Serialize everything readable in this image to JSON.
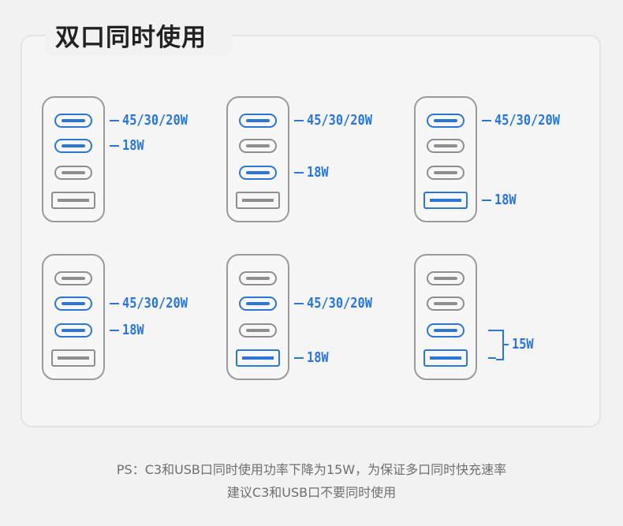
{
  "title": "双口同时使用",
  "colors": {
    "accent": "#2b76d6",
    "inactive": "#8e8e8e"
  },
  "configs": [
    {
      "ports": [
        {
          "type": "c",
          "active": true
        },
        {
          "type": "c",
          "active": true
        },
        {
          "type": "c",
          "active": false
        },
        {
          "type": "a",
          "active": false
        }
      ],
      "labels": [
        "45/30/20W",
        "18W"
      ]
    },
    {
      "ports": [
        {
          "type": "c",
          "active": true
        },
        {
          "type": "c",
          "active": false
        },
        {
          "type": "c",
          "active": true
        },
        {
          "type": "a",
          "active": false
        }
      ],
      "labels": [
        "45/30/20W",
        "18W"
      ]
    },
    {
      "ports": [
        {
          "type": "c",
          "active": true
        },
        {
          "type": "c",
          "active": false
        },
        {
          "type": "c",
          "active": false
        },
        {
          "type": "a",
          "active": true
        }
      ],
      "labels": [
        "45/30/20W",
        "18W"
      ]
    },
    {
      "ports": [
        {
          "type": "c",
          "active": false
        },
        {
          "type": "c",
          "active": true
        },
        {
          "type": "c",
          "active": true
        },
        {
          "type": "a",
          "active": false
        }
      ],
      "labels": [
        "45/30/20W",
        "18W"
      ]
    },
    {
      "ports": [
        {
          "type": "c",
          "active": false
        },
        {
          "type": "c",
          "active": true
        },
        {
          "type": "c",
          "active": false
        },
        {
          "type": "a",
          "active": true
        }
      ],
      "labels": [
        "45/30/20W",
        "18W"
      ]
    },
    {
      "ports": [
        {
          "type": "c",
          "active": false
        },
        {
          "type": "c",
          "active": false
        },
        {
          "type": "c",
          "active": true
        },
        {
          "type": "a",
          "active": true
        }
      ],
      "labels": [
        "15W"
      ]
    }
  ],
  "note_line1": "PS：C3和USB口同时使用功率下降为15W，为保证多口同时快充速率",
  "note_line2": "建议C3和USB口不要同时使用"
}
